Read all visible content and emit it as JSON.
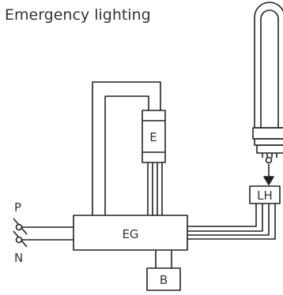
{
  "title": "Emergency lighting",
  "labels": {
    "phase": "P",
    "neutral": "N",
    "ballast": "EG",
    "emergency_unit": "E",
    "lampholder": "LH",
    "battery": "B"
  },
  "colors": {
    "line": "#222222",
    "text": "#333333",
    "background": "#ffffff"
  }
}
